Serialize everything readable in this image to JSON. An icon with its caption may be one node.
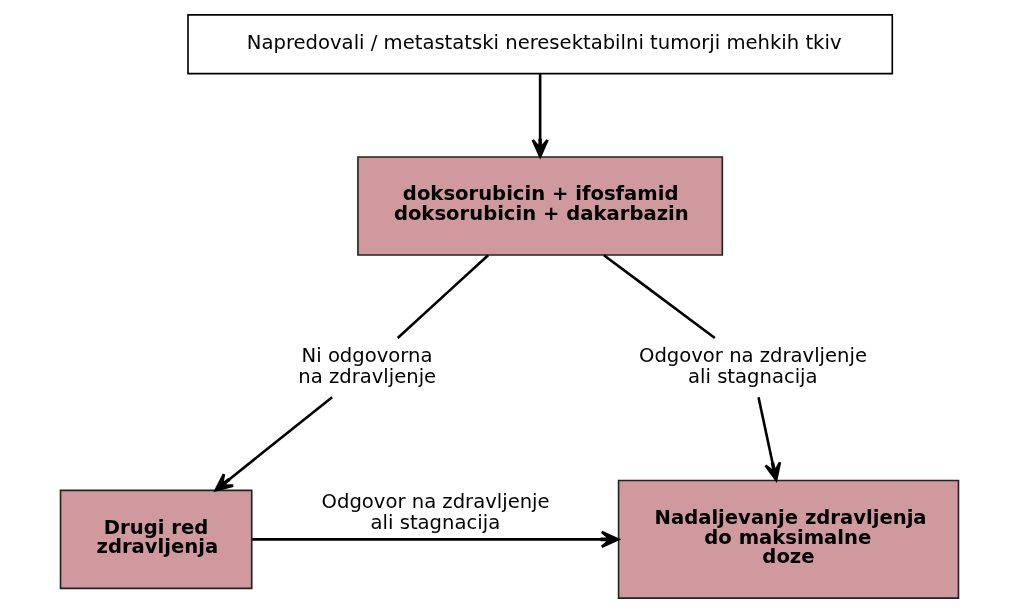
{
  "diagram": {
    "nodes": [
      {
        "text": [
          "Napredovali / metastatski neresektabilni tumorji mehkih tkiv"
        ]
      },
      {
        "text": [
          "doksorubicin + ifosfamid",
          "doksorubicin + dakarbazin"
        ]
      },
      {
        "text": [
          "Odgovor na zdravljenje ali stagnacija"
        ]
      },
      {
        "text": [
          "Ni odgovorna na zdravljenje"
        ]
      },
      {
        "text": [
          "Nadaljevanje zdravljenja do maksimalne doze"
        ]
      },
      {
        "text": [
          "Drugi red zdravljenja"
        ]
      }
    ],
    "edges": [
      {
        "from": 0,
        "to": 1,
        "arrow": "to"
      },
      {
        "from": 1,
        "to": 2,
        "arrow": "none"
      },
      {
        "from": 1,
        "to": 3,
        "arrow": "none"
      },
      {
        "from": 2,
        "to": 4,
        "arrow": "to"
      },
      {
        "from": 3,
        "to": 5,
        "arrow": "to"
      },
      {
        "from": 5,
        "to": 4,
        "arrow": "to",
        "label": "Odgovor na zdravljenje ali stagnacija"
      }
    ]
  }
}
